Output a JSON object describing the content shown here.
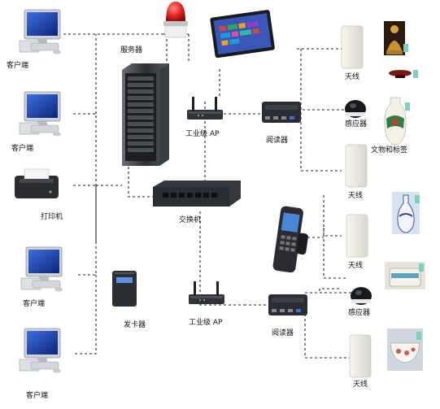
{
  "labels": {
    "client_1": "客户端",
    "client_2": "客户端",
    "printer": "打印机",
    "client_3": "客户端",
    "client_4": "客户端",
    "server": "服务器",
    "ap_top": "工业级 AP",
    "switch": "交换机",
    "card_issuer": "发卡器",
    "ap_bottom": "工业级 AP",
    "reader_top": "阅读器",
    "reader_bottom": "阅读器",
    "sensor_top": "感应器",
    "sensor_bottom": "感应器",
    "antenna_1": "天线",
    "antenna_2": "天线",
    "antenna_3": "天线",
    "antenna_4": "天线",
    "relics_tags": "文物和标签"
  },
  "colors": {
    "screen_blue": "#1b3fa8",
    "device_dark": "#2a2d33",
    "alarm_red": "#e0201c",
    "antenna_fill": "#efeee6",
    "line": "#222222"
  },
  "icons": [
    "computer-icon",
    "printer-icon",
    "server-rack-icon",
    "alarm-light-icon",
    "tablet-icon",
    "router-icon",
    "network-switch-icon",
    "rfid-reader-icon",
    "motion-sensor-icon",
    "antenna-panel-icon",
    "handheld-terminal-icon",
    "card-issuer-icon",
    "buddha-statue-icon",
    "vase-icon",
    "bowl-icon",
    "tag-icon"
  ]
}
